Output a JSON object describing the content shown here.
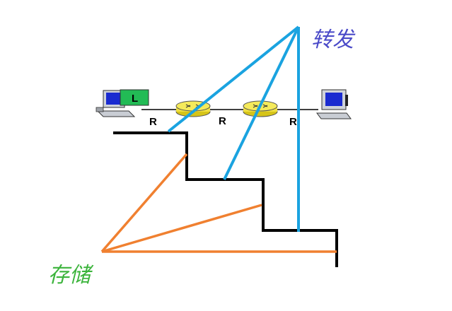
{
  "labels": {
    "forward": "转发",
    "store": "存储",
    "packet": "L",
    "router_1": "R",
    "router_2": "R",
    "router_3": "R"
  },
  "colors": {
    "forward_text": "#4a4ac8",
    "store_text": "#3cb43c",
    "forward_lines": "#1aa3e0",
    "store_lines": "#f08030",
    "steps": "#000000",
    "packet_box": "#22bb55",
    "router_fill": "#f0e040",
    "link": "#000000"
  },
  "icons": {
    "source_host": "desktop-computer-icon",
    "destination_host": "desktop-computer-icon",
    "router": "router-icon"
  }
}
